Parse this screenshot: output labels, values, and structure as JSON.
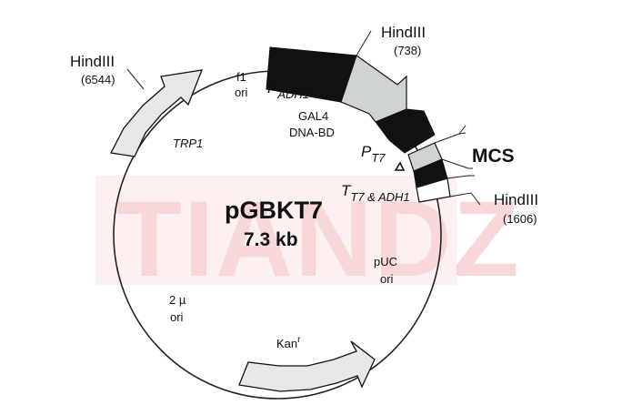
{
  "plasmid": {
    "name": "pGBKT7",
    "size": "7.3 kb"
  },
  "watermark": "TIANDZ",
  "sites": [
    {
      "name": "HindIII",
      "position": "(738)"
    },
    {
      "name": "HindIII",
      "position": "(6544)"
    },
    {
      "name": "HindIII",
      "position": "(1606)"
    }
  ],
  "features": {
    "f1_ori": [
      "f1",
      "ori"
    ],
    "padh1": {
      "main": "P",
      "sub": "ADH1"
    },
    "gal4": [
      "GAL4",
      "DNA-BD"
    ],
    "pt7": {
      "main": "P",
      "sub": "T7"
    },
    "mcs": "MCS",
    "tt7": {
      "main": "T",
      "sub": "T7 & ADH1"
    },
    "trp1": "TRP1",
    "puc_ori": [
      "pUC",
      "ori"
    ],
    "two_mu": [
      "2 µ",
      "ori"
    ],
    "kan": {
      "main": "Kan",
      "sup": "r"
    }
  },
  "colors": {
    "black_segment": "#111111",
    "gray_segment": "#d0d3d4",
    "watermark": "#f7d7d7",
    "line": "#222222"
  }
}
